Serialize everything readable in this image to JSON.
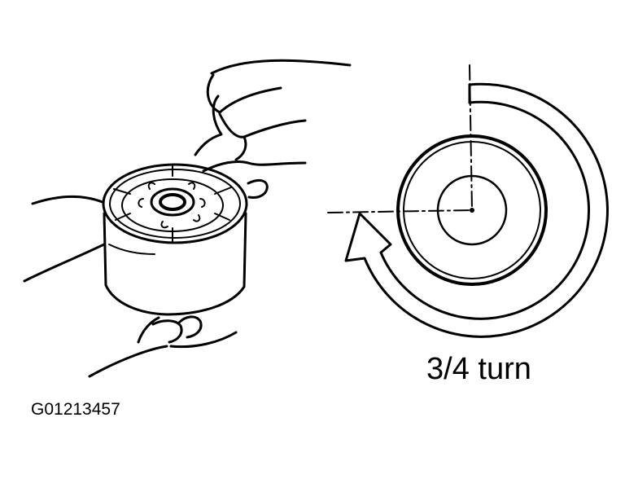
{
  "diagram": {
    "turn_label": "3/4 turn",
    "figure_id": "G01213457",
    "colors": {
      "ink": "#000000",
      "paper": "#ffffff"
    },
    "icons": [
      "oil-filter-illustration",
      "rotation-arrow-icon",
      "hand-illustration"
    ]
  }
}
